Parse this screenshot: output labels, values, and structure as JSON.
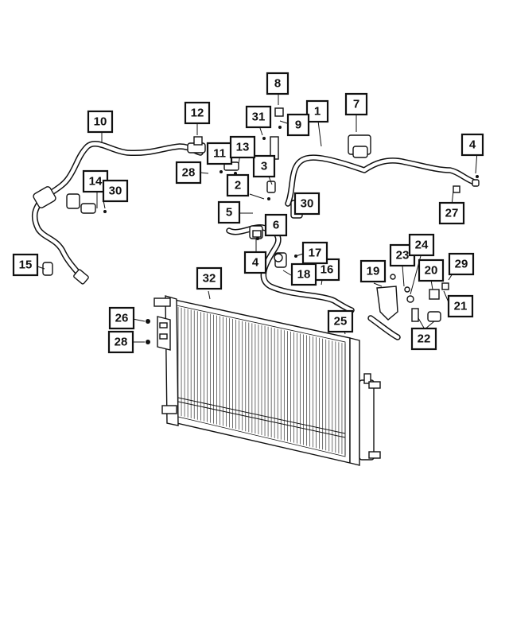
{
  "diagram": {
    "callouts": [
      {
        "id": "c1",
        "label": "1"
      },
      {
        "id": "c2",
        "label": "2"
      },
      {
        "id": "c3",
        "label": "3"
      },
      {
        "id": "c4a",
        "label": "4"
      },
      {
        "id": "c4b",
        "label": "4"
      },
      {
        "id": "c5",
        "label": "5"
      },
      {
        "id": "c6",
        "label": "6"
      },
      {
        "id": "c7",
        "label": "7"
      },
      {
        "id": "c8",
        "label": "8"
      },
      {
        "id": "c9",
        "label": "9"
      },
      {
        "id": "c10",
        "label": "10"
      },
      {
        "id": "c11",
        "label": "11"
      },
      {
        "id": "c12",
        "label": "12"
      },
      {
        "id": "c13",
        "label": "13"
      },
      {
        "id": "c14",
        "label": "14"
      },
      {
        "id": "c15",
        "label": "15"
      },
      {
        "id": "c16",
        "label": "16"
      },
      {
        "id": "c17",
        "label": "17"
      },
      {
        "id": "c18",
        "label": "18"
      },
      {
        "id": "c19",
        "label": "19"
      },
      {
        "id": "c20",
        "label": "20"
      },
      {
        "id": "c21",
        "label": "21"
      },
      {
        "id": "c22",
        "label": "22"
      },
      {
        "id": "c23",
        "label": "23"
      },
      {
        "id": "c24",
        "label": "24"
      },
      {
        "id": "c25",
        "label": "25"
      },
      {
        "id": "c26",
        "label": "26"
      },
      {
        "id": "c27",
        "label": "27"
      },
      {
        "id": "c28a",
        "label": "28"
      },
      {
        "id": "c28b",
        "label": "28"
      },
      {
        "id": "c29",
        "label": "29"
      },
      {
        "id": "c30a",
        "label": "30"
      },
      {
        "id": "c30b",
        "label": "30"
      },
      {
        "id": "c31",
        "label": "31"
      },
      {
        "id": "c32",
        "label": "32"
      }
    ]
  }
}
